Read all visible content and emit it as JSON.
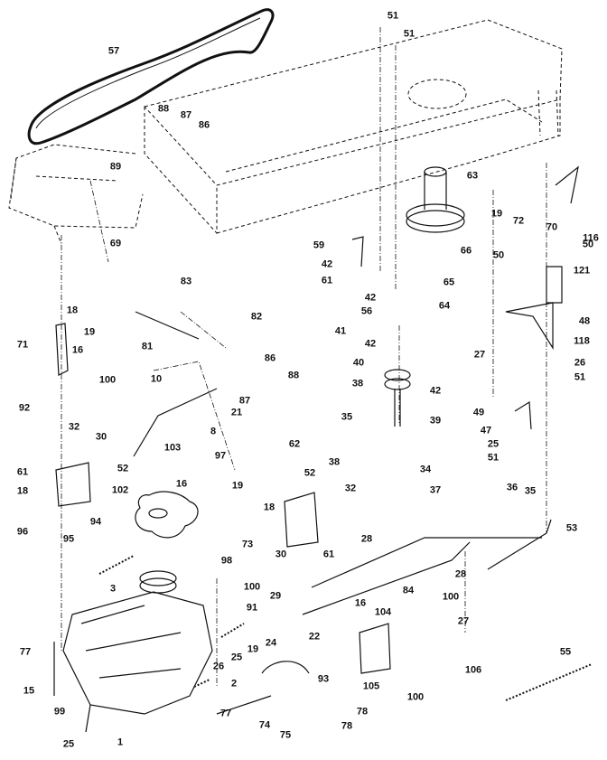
{
  "labels": {
    "p57": "57",
    "p51a": "51",
    "p51b": "51",
    "p88a": "88",
    "p87a": "87",
    "p86a": "86",
    "p89": "89",
    "p69": "69",
    "p63": "63",
    "p19a": "19",
    "p72": "72",
    "p70": "70",
    "p116": "116",
    "p59": "59",
    "p66": "66",
    "p42a": "42",
    "p61a": "61",
    "p42b": "42",
    "p56": "56",
    "p65": "65",
    "p64": "64",
    "p50a": "50",
    "p50b": "50",
    "p121": "121",
    "p48": "48",
    "p18a": "18",
    "p19b": "19",
    "p71": "71",
    "p16a": "16",
    "p100a": "100",
    "p92": "92",
    "p83": "83",
    "p82": "82",
    "p81": "81",
    "p86b": "86",
    "p88b": "88",
    "p87b": "87",
    "p41": "41",
    "p42c": "42",
    "p40": "40",
    "p38a": "38",
    "p42d": "42",
    "p39": "39",
    "p27a": "27",
    "p118": "118",
    "p26a": "26",
    "p51c": "51",
    "p10": "10",
    "p8": "8",
    "p21": "21",
    "p62": "62",
    "p35a": "35",
    "p38b": "38",
    "p49": "49",
    "p47": "47",
    "p25a": "25",
    "p51d": "51",
    "p32a": "32",
    "p30a": "30",
    "p61b": "61",
    "p52a": "52",
    "p18b": "18",
    "p103": "103",
    "p97": "97",
    "p102": "102",
    "p16b": "16",
    "p19c": "19",
    "p18c": "18",
    "p52b": "52",
    "p32b": "32",
    "p34": "34",
    "p37": "37",
    "p94": "94",
    "p73": "73",
    "p30b": "30",
    "p61c": "61",
    "p36": "36",
    "p35b": "35",
    "p53": "53",
    "p96": "96",
    "p95": "95",
    "p98": "98",
    "p28a": "28",
    "p28b": "28",
    "p3": "3",
    "p100b": "100",
    "p29": "29",
    "p91": "91",
    "p16c": "16",
    "p84": "84",
    "p100c": "100",
    "p27b": "27",
    "p22": "22",
    "p104": "104",
    "p24": "24",
    "p19d": "19",
    "p25b": "25",
    "p26b": "26",
    "p106": "106",
    "p55": "55",
    "p77a": "77",
    "p105": "105",
    "p100d": "100",
    "p93": "93",
    "p2": "2",
    "p15": "15",
    "p78a": "78",
    "p99": "99",
    "p77b": "77",
    "p74": "74",
    "p75": "75",
    "p78b": "78",
    "p25c": "25",
    "p1": "1"
  }
}
